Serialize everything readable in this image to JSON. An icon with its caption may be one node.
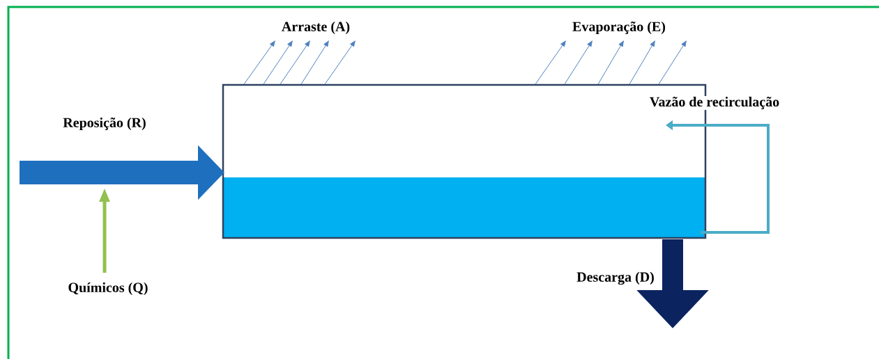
{
  "diagram": {
    "nodes": [
      {
        "text": [],
        "shape": "box"
      },
      {
        "text": [
          "Arraste (A)"
        ]
      },
      {
        "text": [
          "Evaporação (E)"
        ]
      },
      {
        "text": [
          "Químicos (Q)"
        ]
      }
    ],
    "edges": [
      {
        "from": null,
        "to": 0,
        "arrow": "to",
        "label": "Reposição (R)",
        "style": "thick",
        "color": "#1f6fbf"
      },
      {
        "from": 3,
        "to": null,
        "arrow": "to",
        "style": "thick",
        "color": "#92c050"
      },
      {
        "from": 0,
        "to": 1,
        "arrow": "to"
      },
      {
        "from": 0,
        "to": 1,
        "arrow": "to"
      },
      {
        "from": 0,
        "to": 1,
        "arrow": "to"
      },
      {
        "from": 0,
        "to": 1,
        "arrow": "to"
      },
      {
        "from": 0,
        "to": 1,
        "arrow": "to"
      },
      {
        "from": 0,
        "to": 2,
        "arrow": "to"
      },
      {
        "from": 0,
        "to": 2,
        "arrow": "to"
      },
      {
        "from": 0,
        "to": 2,
        "arrow": "to"
      },
      {
        "from": 0,
        "to": 2,
        "arrow": "to"
      },
      {
        "from": 0,
        "to": 2,
        "arrow": "to"
      },
      {
        "from": 0,
        "to": null,
        "arrow": "to",
        "label": "Descarga (D)",
        "style": "thick",
        "color": "#0b2460"
      },
      {
        "from": 0,
        "to": 0,
        "arrow": "to",
        "label": "Vazão de recirculação",
        "style": "thick",
        "color": "#4bacc6"
      }
    ]
  }
}
